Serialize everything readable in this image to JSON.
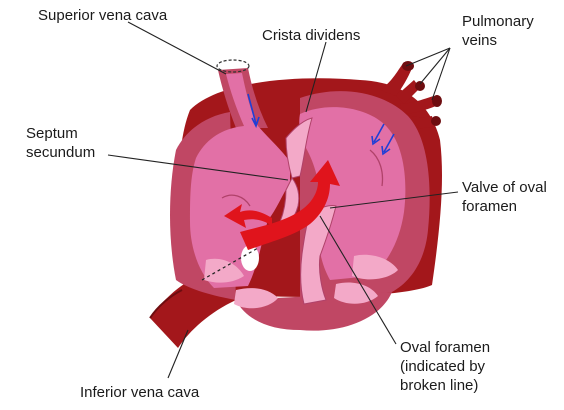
{
  "labels": {
    "superior_vena_cava": "Superior vena cava",
    "crista_dividens": "Crista dividens",
    "pulmonary_veins": [
      "Pulmonary",
      "veins"
    ],
    "septum_secundum": [
      "Septum",
      "secundum"
    ],
    "valve_of_oval_foramen": [
      "Valve of oval",
      "foramen"
    ],
    "oval_foramen": [
      "Oval foramen",
      "(indicated by",
      "broken line)"
    ],
    "inferior_vena_cava": "Inferior vena cava"
  },
  "colors": {
    "dark_red": "#a3171b",
    "outer_wall": "#c04764",
    "chamber_pink": "#e270a6",
    "light_pink": "#f3a9c8",
    "flow_arrow": "#e0141c",
    "blood_flow_blue": "#1f3fd6",
    "leader_line": "#222222"
  }
}
